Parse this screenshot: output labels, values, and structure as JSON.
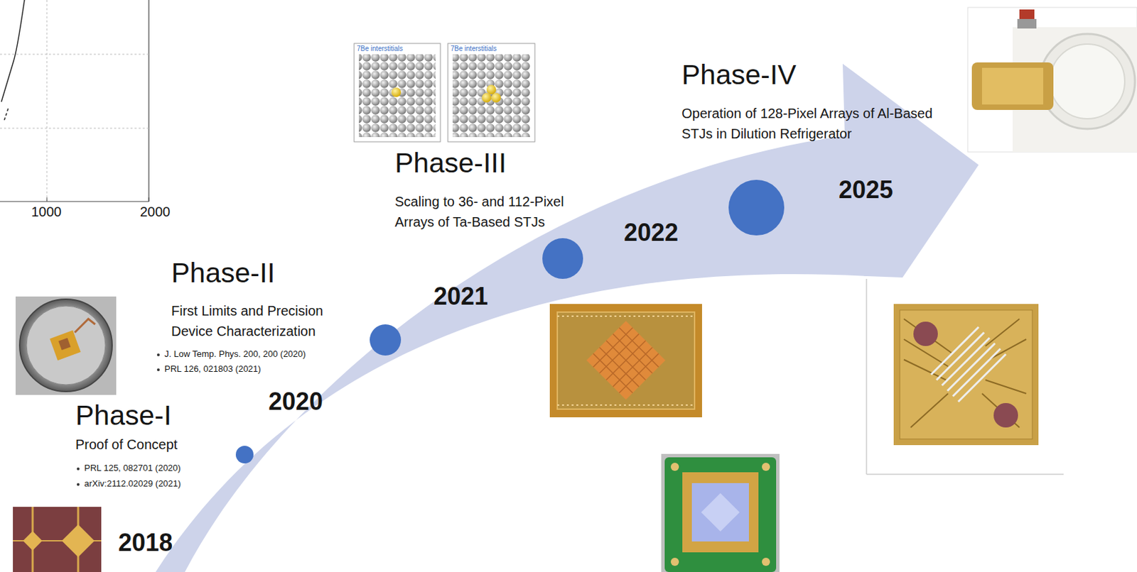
{
  "diagram": {
    "labels": [
      "1000",
      "2000",
      "7Be interstitials",
      "7Be interstitials",
      "Phase-IV",
      "Operation of 128-Pixel Arrays of Al-Based STJs in Dilution Refrigerator",
      "Phase-III",
      "Scaling to 36- and 112-Pixel Arrays of Ta-Based STJs",
      "2025",
      "2022",
      "Phase-II",
      "First Limits and Precision Device Characterization",
      "J. Low Temp. Phys. 200, 200 (2020)",
      "PRL 126, 021803 (2021)",
      "2021",
      "2020",
      "Phase-I",
      "Proof of Concept",
      "PRL 125, 082701 (2020)",
      "arXiv:2112.02029 (2021)",
      "2018"
    ]
  }
}
